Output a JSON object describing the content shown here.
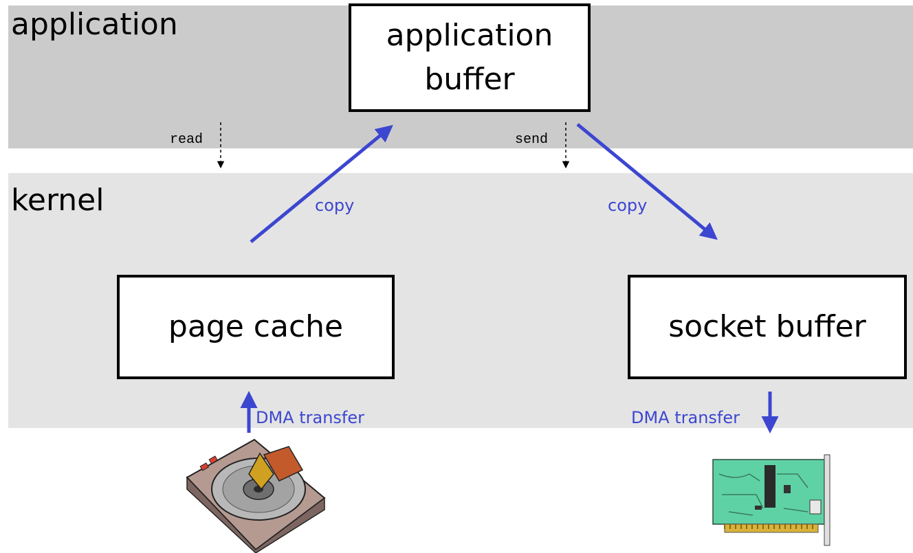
{
  "layers": {
    "application": "application",
    "kernel": "kernel"
  },
  "boxes": {
    "application_buffer": "application buffer",
    "page_cache": "page cache",
    "socket_buffer": "socket buffer"
  },
  "syscalls": {
    "read": "read",
    "send": "send"
  },
  "arrows": {
    "copy_left": "copy",
    "copy_right": "copy",
    "dma_left": "DMA transfer",
    "dma_right": "DMA transfer"
  },
  "devices": [
    "hard-disk",
    "network-card"
  ],
  "colors": {
    "application_band": "#cbcbcb",
    "kernel_band": "#e4e4e4",
    "arrow_blue": "#3c46d0"
  }
}
